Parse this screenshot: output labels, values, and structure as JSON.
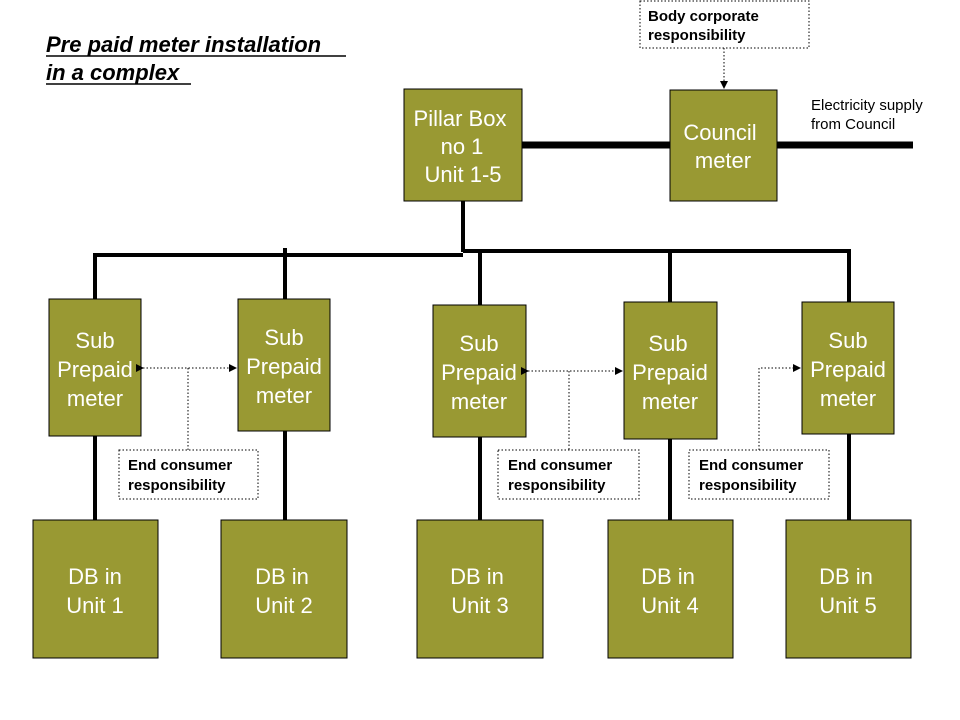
{
  "title": {
    "line1": "Pre paid meter installation",
    "line2": "in a complex"
  },
  "body_corporate_note": {
    "line1": "Body corporate",
    "line2": "responsibility"
  },
  "supply_label": {
    "line1": "Electricity supply",
    "line2": "from Council"
  },
  "pillar_box": {
    "line1": "Pillar Box",
    "line2": "no 1",
    "line3": "Unit 1-5"
  },
  "council_meter": {
    "line1": "Council",
    "line2": "meter"
  },
  "sub_meters": [
    {
      "line1": "Sub",
      "line2": "Prepaid",
      "line3": "meter"
    },
    {
      "line1": "Sub",
      "line2": "Prepaid",
      "line3": "meter"
    },
    {
      "line1": "Sub",
      "line2": "Prepaid",
      "line3": "meter"
    },
    {
      "line1": "Sub",
      "line2": "Prepaid",
      "line3": "meter"
    },
    {
      "line1": "Sub",
      "line2": "Prepaid",
      "line3": "meter"
    }
  ],
  "end_consumer_notes": [
    {
      "line1": "End consumer",
      "line2": "responsibility"
    },
    {
      "line1": "End consumer",
      "line2": "responsibility"
    },
    {
      "line1": "End consumer",
      "line2": "responsibility"
    }
  ],
  "distribution_boards": [
    {
      "line1": "DB in",
      "line2": "Unit 1"
    },
    {
      "line1": "DB in",
      "line2": "Unit 2"
    },
    {
      "line1": "DB in",
      "line2": "Unit 3"
    },
    {
      "line1": "DB in",
      "line2": "Unit 4"
    },
    {
      "line1": "DB in",
      "line2": "Unit 5"
    }
  ],
  "colors": {
    "box_fill": "#999933",
    "box_text": "#ffffff",
    "line": "#000000"
  }
}
